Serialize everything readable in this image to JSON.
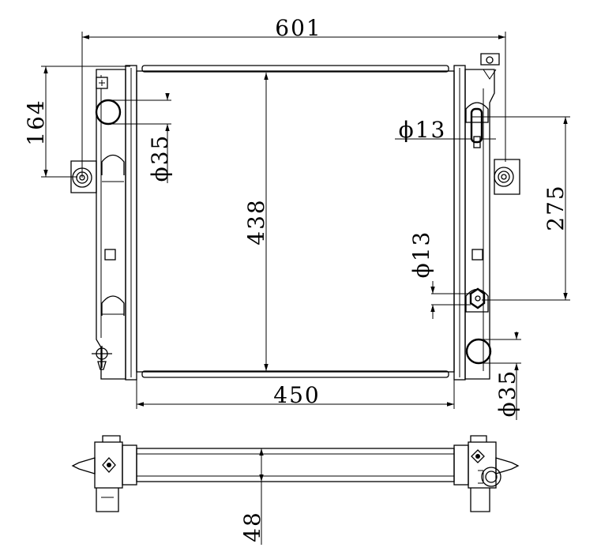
{
  "drawing": {
    "dimensions": {
      "overall_width": "601",
      "core_width": "450",
      "core_height": "438",
      "mount_offset_left": "164",
      "mount_spacing_right": "275",
      "inlet_diameter": "35",
      "outlet_diameter": "35",
      "fitting_diameter_upper": "13",
      "fitting_diameter_lower": "13",
      "core_depth": "48"
    },
    "diameter_symbol": "ϕ"
  }
}
